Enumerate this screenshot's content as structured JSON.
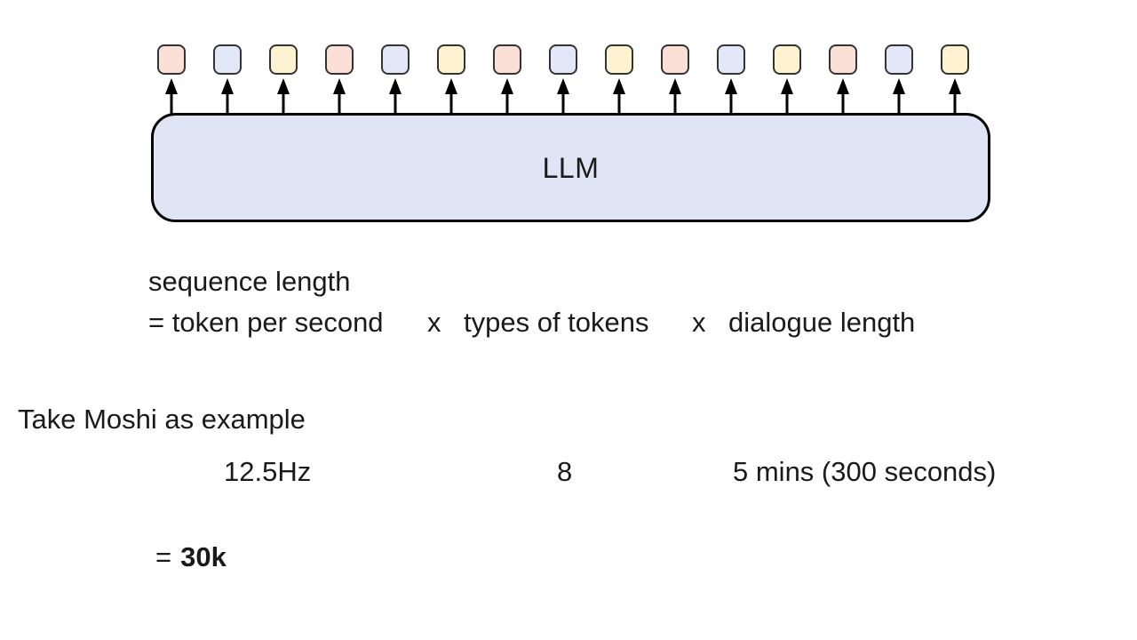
{
  "slide": {
    "background_color": "#ffffff",
    "diagram": {
      "llm_label": "LLM",
      "token_count": 15,
      "token_color_pattern": [
        "#fbe0d8",
        "#e2e8f7",
        "#fdf3d0"
      ],
      "token_border_color": "#333333",
      "llm_box_fill": "#dfe5f5",
      "llm_box_border": "#000000",
      "arrow_color": "#000000"
    },
    "formula": {
      "line1": "sequence length",
      "eq_lhs": "= token per second",
      "times1": "x",
      "mid": "types of tokens",
      "times2": "x",
      "rhs": "dialogue length"
    },
    "example": {
      "heading": "Take Moshi as example",
      "token_per_second": "12.5Hz",
      "types_of_tokens": "8",
      "dialogue_length": "5 mins (300 seconds)",
      "result_eq": "=",
      "result_value": "30k"
    }
  }
}
